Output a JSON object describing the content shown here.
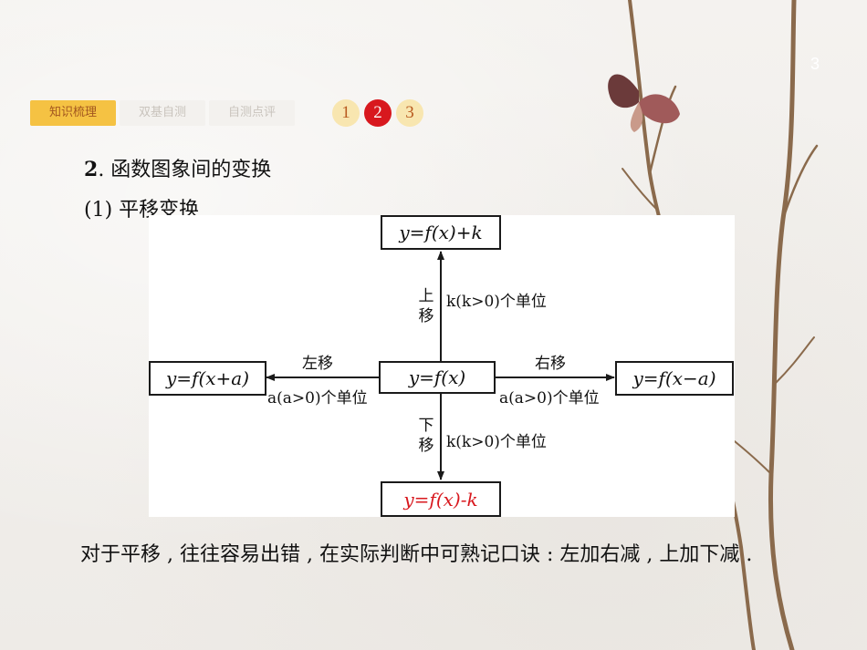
{
  "page_number": "3",
  "tabs": [
    {
      "label": "知识梳理",
      "active": true
    },
    {
      "label": "双基自测",
      "active": false
    },
    {
      "label": "自测点评",
      "active": false
    }
  ],
  "pager": [
    "1",
    "2",
    "3"
  ],
  "pager_current": "2",
  "section": {
    "num": "2",
    "title": ". 函数图象间的变换",
    "subtitle": "(1) 平移变换"
  },
  "diagram": {
    "center": "y=f(x)",
    "top": "y=f(x)+k",
    "left": "y=f(x+a)",
    "right": "y=f(x−a)",
    "bottom": "y=f(x)-k",
    "up_move": "上\n移",
    "up_amount": "k(k>0)个单位",
    "down_move": "下\n移",
    "down_amount": "k(k>0)个单位",
    "left_move": "左移",
    "left_amount": "a(a>0)个单位",
    "right_move": "右移",
    "right_amount": "a(a>0)个单位"
  },
  "paragraph": "对于平移 , 往往容易出错 , 在实际判断中可熟记口诀 : 左加右减 , 上加下减 .",
  "colors": {
    "accent": "#f5c243",
    "current_page": "#d8181e",
    "highlight_text": "#d8181e"
  }
}
